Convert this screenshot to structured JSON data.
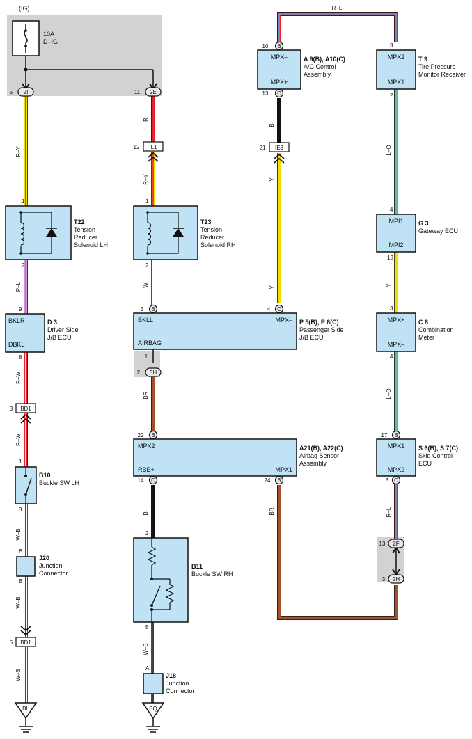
{
  "power": {
    "label": "(IG)",
    "fuse": "10A",
    "fuse_name": "D–IG"
  },
  "connectors": {
    "c2I": {
      "pin": "5",
      "code": "2I"
    },
    "c2E": {
      "pin": "11",
      "code": "2E"
    },
    "cIL1": {
      "pin": "12",
      "code": "IL1"
    },
    "cIE3": {
      "pin": "21",
      "code": "IE3"
    },
    "cBD1a": {
      "pin": "3",
      "code": "BD1"
    },
    "cBD1b": {
      "pin": "5",
      "code": "BD1"
    },
    "c3H": {
      "pin_top": "1",
      "pin": "2",
      "code": "3H"
    },
    "c2F": {
      "pin": "13",
      "code": "2F"
    },
    "c2H": {
      "pin": "3",
      "code": "2H"
    }
  },
  "components": {
    "t22": {
      "id": "T22",
      "l1": "Tension",
      "l2": "Reducer",
      "l3": "Solenoid LH",
      "pin_top": "1",
      "pin_bot": "2"
    },
    "t23": {
      "id": "T23",
      "l1": "Tension",
      "l2": "Reducer",
      "l3": "Solenoid RH",
      "pin_top": "1",
      "pin_bot": "2"
    },
    "a9": {
      "id": "A 9(B), A10(C)",
      "l1": "A/C Control",
      "l2": "Assembly",
      "term_top": "MPX–",
      "term_bot": "MPX+",
      "pin_top": "10",
      "pin_top_c": "B",
      "pin_bot": "13",
      "pin_bot_c": "C"
    },
    "t9": {
      "id": "T 9",
      "l1": "Tire Pressure",
      "l2": "Monitor Receiver",
      "term_top": "MPX2",
      "term_bot": "MPX1",
      "pin_top": "3",
      "pin_bot": "2"
    },
    "g3": {
      "id": "G 3",
      "l1": "Gateway ECU",
      "term_top": "MPI1",
      "term_bot": "MPI2",
      "pin_top": "4",
      "pin_bot": "13"
    },
    "d3": {
      "id": "D 3",
      "l1": "Driver Side",
      "l2": "J/B ECU",
      "term_top": "BKLR",
      "term_bot": "DBKL",
      "pin_top": "9",
      "pin_bot": "8"
    },
    "p5": {
      "id": "P 5(B), P 6(C)",
      "l1": "Passenger Side",
      "l2": "J/B ECU",
      "term_tl": "BKLL",
      "term_tr": "MPX–",
      "term_bl": "AIRBAG",
      "pin_tl": "5",
      "pin_tl_c": "B",
      "pin_tr": "4",
      "pin_tr_c": "C"
    },
    "c8": {
      "id": "C 8",
      "l1": "Combination",
      "l2": "Meter",
      "term_top": "MPX+",
      "term_bot": "MPX–",
      "pin_top": "3",
      "pin_bot": "4"
    },
    "a21": {
      "id": "A21(B), A22(C)",
      "l1": "Airbag Sensor",
      "l2": "Assembly",
      "term_tl": "MPX2",
      "term_bl": "RBE+",
      "term_br": "MPX1",
      "pin_top": "22",
      "pin_top_c": "B",
      "pin_bl": "14",
      "pin_bl_c": "C",
      "pin_br": "24",
      "pin_br_c": "B"
    },
    "s6": {
      "id": "S 6(B), S 7(C)",
      "l1": "Skid Control",
      "l2": "ECU",
      "term_top": "MPX1",
      "term_bot": "MPX2",
      "pin_top": "17",
      "pin_top_c": "B",
      "pin_bot": "3",
      "pin_bot_c": "C"
    },
    "b10": {
      "id": "B10",
      "l1": "Buckle SW LH",
      "pin_top": "1",
      "pin_bot": "3"
    },
    "b11": {
      "id": "B11",
      "l1": "Buckle SW RH",
      "pin_top": "2",
      "pin_bot": "5"
    },
    "j20": {
      "id": "J20",
      "l1": "Junction",
      "l2": "Connector",
      "pin_top": "B",
      "pin_bot": "B"
    },
    "j18": {
      "id": "J18",
      "l1": "Junction",
      "l2": "Connector",
      "pin_top": "A"
    }
  },
  "wires": {
    "ry1": "R–Y",
    "r": "R",
    "ry2": "R–Y",
    "pl": "P–L",
    "w": "W",
    "rw1": "R–W",
    "rw2": "R–W",
    "br1": "BR",
    "wb1": "W–B",
    "wb2": "W–B",
    "wb3": "W–B",
    "wb4": "W–B",
    "b1": "B",
    "b2": "B",
    "y1": "Y",
    "y2": "Y",
    "y3": "Y",
    "rl1": "R–L",
    "rl2": "R–L",
    "lo1": "L–O",
    "lo2": "L–O",
    "br2": "BR"
  },
  "grounds": {
    "bl": "BL",
    "bq": "BQ"
  },
  "colors": {
    "red": "#e8202a",
    "yellow": "#f5dc00",
    "black": "#111111",
    "brown": "#a0522d",
    "blue": "#5aa0dc",
    "green": "#6ec37a",
    "white": "#ffffff",
    "pink": "#d090d8",
    "box": "#bfe3f5"
  }
}
